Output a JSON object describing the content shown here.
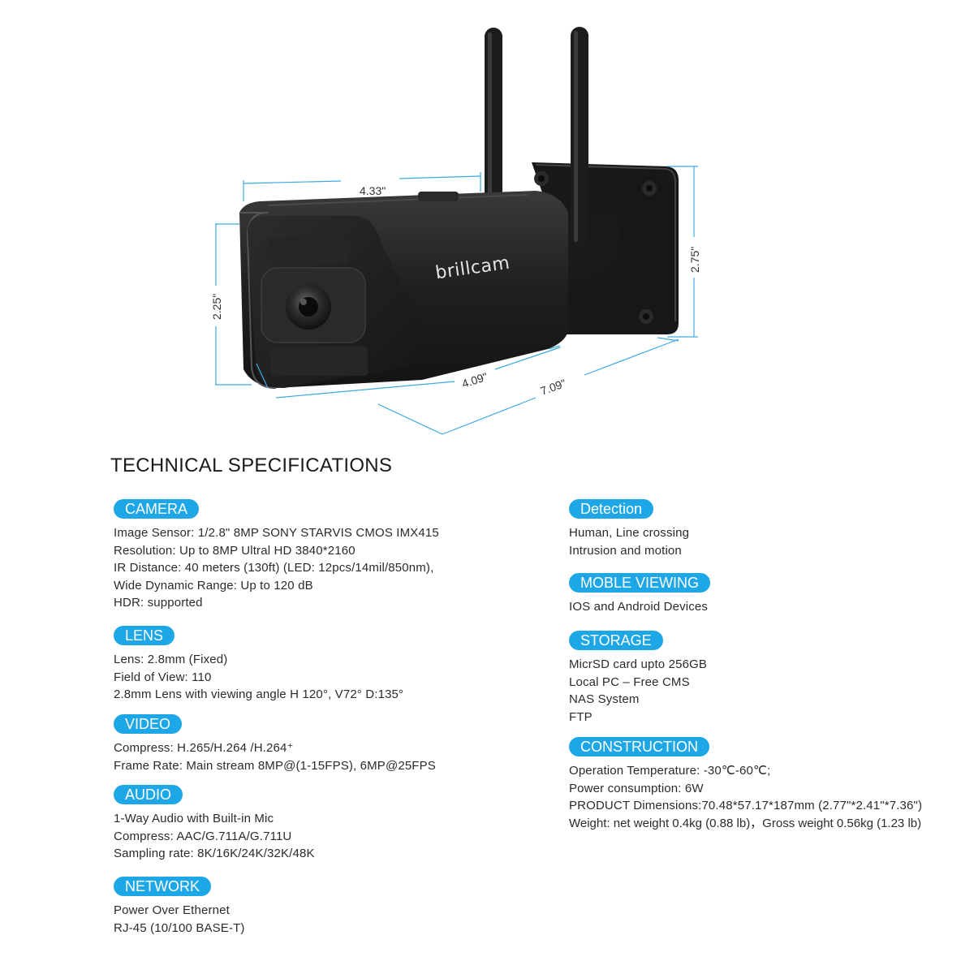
{
  "figure": {
    "brand": "brillcam",
    "dimensions": {
      "width_top": "4.33\"",
      "height_front": "2.25\"",
      "height_mount": "2.75\"",
      "body_length": "4.09\"",
      "total_length": "7.09\""
    }
  },
  "title": "TECHNICAL SPECIFICATIONS",
  "left_sections": [
    {
      "heading": "CAMERA",
      "lines": [
        "Image Sensor: 1/2.8\" 8MP SONY STARVIS CMOS IMX415",
        "Resolution: Up to 8MP Ultral HD 3840*2160",
        "IR Distance: 40 meters  (130ft) (LED: 12pcs/14mil/850nm),",
        "Wide Dynamic Range: Up to 120 dB",
        "HDR: supported"
      ]
    },
    {
      "heading": "LENS",
      "lines": [
        "Lens: 2.8mm (Fixed)",
        "Field of View: 110",
        "2.8mm Lens with viewing angle  H 120°, V72° D:135°"
      ]
    },
    {
      "heading": "VIDEO",
      "lines": [
        "Compress: H.265/H.264 /H.264⁺",
        "Frame Rate: Main stream 8MP@(1-15FPS), 6MP@25FPS"
      ]
    },
    {
      "heading": "AUDIO",
      "lines": [
        "1-Way Audio with Built-in Mic",
        "Compress: AAC/G.711A/G.711U",
        "Sampling rate: 8K/16K/24K/32K/48K"
      ]
    },
    {
      "heading": "NETWORK",
      "lines": [
        "Power Over Ethernet",
        "RJ-45 (10/100 BASE-T)"
      ]
    }
  ],
  "right_sections": [
    {
      "heading": "Detection",
      "lines": [
        "Human, Line crossing",
        "Intrusion and motion"
      ]
    },
    {
      "heading": "MOBLE VIEWING",
      "lines": [
        "IOS and Android Devices"
      ]
    },
    {
      "heading": "STORAGE",
      "lines": [
        "MicrSD card upto 256GB",
        "Local PC – Free CMS",
        "NAS System",
        "FTP"
      ]
    },
    {
      "heading": "CONSTRUCTION",
      "lines": [
        "Operation Temperature: -30℃-60℃;",
        "Power consumption: 6W",
        "PRODUCT Dimensions:70.48*57.17*187mm (2.77\"*2.41\"*7.36\")",
        "Weight: net weight  0.4kg  (0.88 lb)，Gross weight 0.56kg  (1.23 lb)"
      ]
    }
  ],
  "colors": {
    "badge": "#1ea7e6",
    "camera_body": "#1e1e1e",
    "dimension_lines": "#3ea9df"
  }
}
